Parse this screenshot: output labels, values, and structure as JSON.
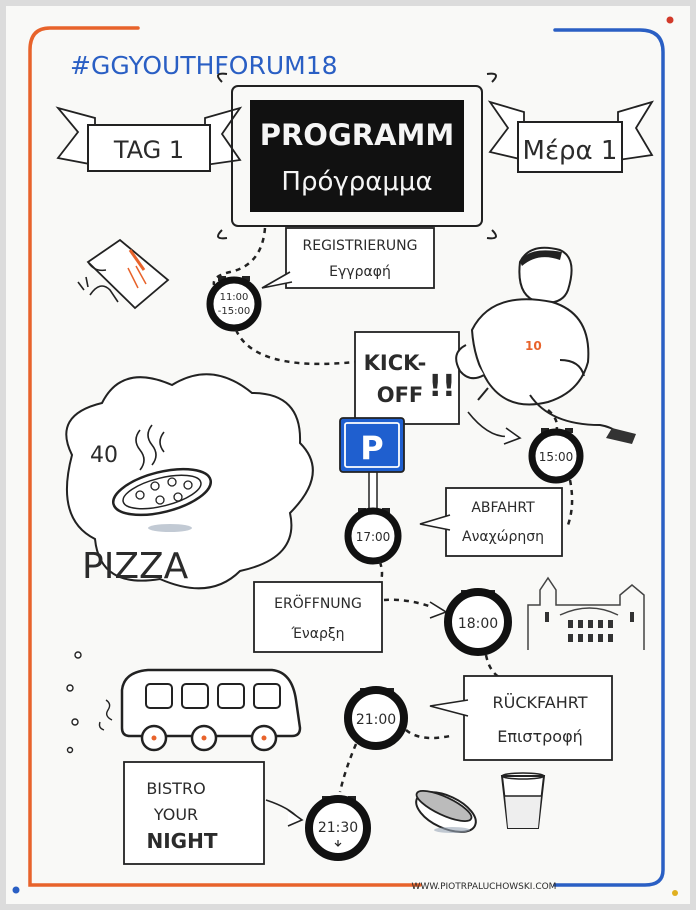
{
  "hashtag": "#GGYOUTHFORUM18",
  "day_de": "TAG 1",
  "day_gr": "Μέρα 1",
  "program_de": "PROGRAMM",
  "program_gr": "Πρόγραμμα",
  "pizza_count": "40",
  "pizza_label": "PIZZA",
  "parking_sign": "P",
  "shirt_number": "10",
  "events": {
    "registration": {
      "de": "REGISTRIERUNG",
      "gr": "Εγγραφή",
      "time_start": "11:00",
      "time_end": "-15:00"
    },
    "kickoff": {
      "line1": "KICK-",
      "line2": "OFF",
      "marks": "!!"
    },
    "kickoff_time": "15:00",
    "departure": {
      "de": "ABFAHRT",
      "gr": "Αναχώρηση",
      "time": "17:00"
    },
    "opening": {
      "de": "ERÖFFNUNG",
      "gr": "Έναρξη",
      "time": "18:00"
    },
    "return": {
      "de": "RÜCKFAHRT",
      "gr": "Επιστροφή",
      "time": "21:00"
    },
    "bistro": {
      "line1": "BISTRO",
      "line2": "YOUR",
      "line3": "NIGHT",
      "time": "21:30"
    }
  },
  "credit": "WWW.PIOTRPALUCHOWSKI.COM",
  "colors": {
    "left_border": "#e8632b",
    "right_border": "#2a5fc4",
    "parking_blue": "#1f5fcf",
    "hashtag_blue": "#2a5fc4",
    "shirt_orange": "#e8632b",
    "ink": "#222222"
  }
}
